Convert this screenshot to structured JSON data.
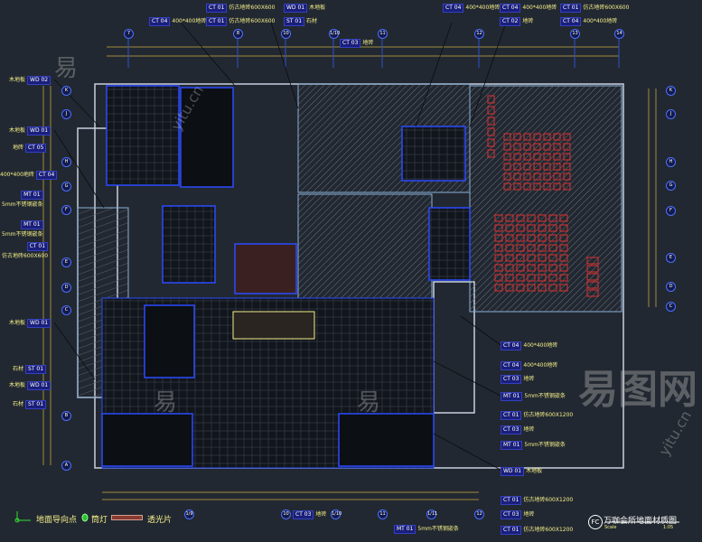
{
  "title_block": {
    "title": "万咖会所地面材质图",
    "symbol": "FC",
    "scale_label": "Scale",
    "scale_value": "1:05"
  },
  "top_tags": [
    {
      "code": "CT 04",
      "text": "400*400地砖"
    },
    {
      "code": "CT 01",
      "text": "仿古地砖600X600"
    },
    {
      "code": "CT 01",
      "text": "仿古地砖600X600"
    },
    {
      "code": "WD 01",
      "text": "木地板"
    },
    {
      "code": "ST 01",
      "text": "石材"
    },
    {
      "code": "CT 03",
      "text": "地砖"
    },
    {
      "code": "CT 04",
      "text": "400*400地砖"
    },
    {
      "code": "CT 04",
      "text": "400*400地砖"
    },
    {
      "code": "CT 01",
      "text": "仿古地砖600X600"
    },
    {
      "code": "CT 02",
      "text": "地砖"
    },
    {
      "code": "CT 04",
      "text": "400*400地砖"
    }
  ],
  "top_grid": [
    "7",
    "8",
    "10",
    "1/10",
    "11",
    "12",
    "13",
    "14"
  ],
  "left_tags": [
    {
      "text": "木地板",
      "code": "WD 02"
    },
    {
      "text": "木地板",
      "code": "WD 01"
    },
    {
      "text": "地砖",
      "code": "CT 05"
    },
    {
      "text": "400*400地砖",
      "code": "CT 04"
    },
    {
      "text": "5mm不锈钢嵌条",
      "code": "MT 01"
    },
    {
      "text": "5mm不锈钢嵌条",
      "code": "MT 01"
    },
    {
      "text": "仿古地砖600X600",
      "code": "CT 01"
    },
    {
      "text": "木地板",
      "code": "WD 01"
    },
    {
      "text": "石材",
      "code": "ST 01"
    },
    {
      "text": "木地板",
      "code": "WD 01"
    },
    {
      "text": "石材",
      "code": "ST 01"
    }
  ],
  "left_grid": [
    "K",
    "J",
    "H",
    "G",
    "F",
    "E",
    "D",
    "C",
    "B",
    "A"
  ],
  "right_tags": [
    {
      "code": "CT 04",
      "text": "400*400地砖"
    },
    {
      "code": "CT 04",
      "text": "400*400地砖"
    },
    {
      "code": "CT 03",
      "text": "地砖"
    },
    {
      "code": "MT 01",
      "text": "5mm不锈钢嵌条"
    },
    {
      "code": "CT 01",
      "text": "仿古地砖600X1200"
    },
    {
      "code": "CT 03",
      "text": "地砖"
    },
    {
      "code": "MT 01",
      "text": "5mm不锈钢嵌条"
    },
    {
      "code": "WD 01",
      "text": "木地板"
    },
    {
      "code": "CT 01",
      "text": "仿古地砖600X1200"
    },
    {
      "code": "CT 03",
      "text": "地砖"
    },
    {
      "code": "CT 01",
      "text": "仿古地砖600X1200"
    }
  ],
  "right_grid": [
    "K",
    "J",
    "H",
    "G",
    "F",
    "E",
    "D",
    "C"
  ],
  "bottom_grid": [
    "1/9",
    "10",
    "1/10",
    "11",
    "1/11",
    "12"
  ],
  "bottom_tags": [
    {
      "code": "CT 03",
      "text": "地砖"
    },
    {
      "code": "MT 01",
      "text": "5mm不锈钢嵌条"
    }
  ],
  "legend": [
    {
      "icon": "floor-guide-point-icon",
      "label": "地面导向点"
    },
    {
      "icon": "downlight-icon",
      "label": "筒灯"
    },
    {
      "icon": "translucent-panel-icon",
      "label": "透光片"
    }
  ],
  "watermark": {
    "brand": "易图网",
    "site": "yitu.cn",
    "char": "易"
  },
  "colors": {
    "background": "#222831",
    "wall": "#c8d0e0",
    "furniture": "#e03030",
    "annotation": "#f4f08a",
    "grid": "#4a70ff",
    "dimension": "#a08a3a"
  }
}
